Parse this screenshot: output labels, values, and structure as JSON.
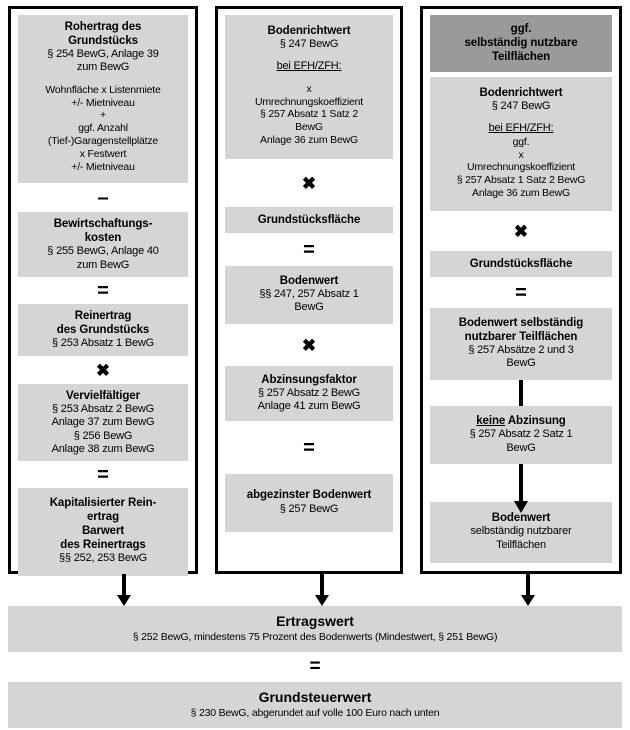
{
  "diagram": {
    "title": "Ertragswertverfahren Grundsteuerwert",
    "colors": {
      "box_fill": "#d5d5d5",
      "box_fill_dark": "#9a9a9a",
      "border": "#000000",
      "background": "#ffffff"
    }
  },
  "operators": {
    "minus": "–",
    "equals": "=",
    "times": "✖"
  },
  "column_left": {
    "rohertrag": {
      "title_line1": "Rohertrag des",
      "title_line2": "Grundstücks",
      "sub_line1": "§ 254 BewG, Anlage 39",
      "sub_line2": "zum BewG",
      "detail_line1": "Wohnfläche x Listenmiete",
      "detail_line2": "+/- Mietniveau",
      "detail_line3": "+",
      "detail_line4": "ggf. Anzahl",
      "detail_line5": "(Tief-)Garagenstellplätze",
      "detail_line6": "x Festwert",
      "detail_line7": "+/- Mietniveau"
    },
    "bewirtschaftungskosten": {
      "title_line1": "Bewirtschaftungs-",
      "title_line2": "kosten",
      "sub_line1": "§ 255 BewG, Anlage 40",
      "sub_line2": "zum BewG"
    },
    "reinertrag": {
      "title_line1": "Reinertrag",
      "title_line2": "des Grundstücks",
      "sub_line1": "§ 253 Absatz 1 BewG"
    },
    "vervielfaeltiger": {
      "title_line1": "Vervielfältiger",
      "sub_line1": "§ 253 Absatz 2 BewG",
      "sub_line2": "Anlage 37 zum BewG",
      "sub_line3": "§ 256 BewG",
      "sub_line4": "Anlage 38 zum BewG"
    },
    "kapitalisierter_reinertrag": {
      "title_line1": "Kapitalisierter Rein-",
      "title_line2": "ertrag",
      "title_line3": "Barwert",
      "title_line4": "des Reinertrags",
      "sub_line1": "§§ 252, 253 BewG"
    }
  },
  "column_mid": {
    "bodenrichtwert": {
      "title_line1": "Bodenrichtwert",
      "sub_line1": "§ 247 BewG",
      "underlined_line": "bei EFH/ZFH:",
      "detail_line1": "x",
      "detail_line2": "Umrechnungskoeffizient",
      "detail_line3": "§ 257 Absatz 1 Satz 2",
      "detail_line4": "BewG",
      "detail_line5": "Anlage 36 zum BewG"
    },
    "grundstuecksflaeche": {
      "title_line1": "Grundstücksfläche"
    },
    "bodenwert": {
      "title_line1": "Bodenwert",
      "sub_line1": "§§ 247, 257 Absatz 1",
      "sub_line2": "BewG"
    },
    "abzinsungsfaktor": {
      "title_line1": "Abzinsungsfaktor",
      "sub_line1": "§ 257 Absatz 2 BewG",
      "sub_line2": "Anlage 41 zum BewG"
    },
    "abgezinster_bodenwert": {
      "title_line1": "abgezinster Bodenwert",
      "sub_line1": "§ 257 BewG"
    }
  },
  "column_right": {
    "header": {
      "title_line1": "ggf.",
      "title_line2": "selbständig nutzbare",
      "title_line3": "Teilflächen"
    },
    "bodenrichtwert": {
      "title_line1": "Bodenrichtwert",
      "sub_line1": "§ 247 BewG",
      "underlined_line": "bei EFH/ZFH:",
      "detail_line1": "ggf.",
      "detail_line2": "x",
      "detail_line3": "Umrechnungskoeffizient",
      "detail_line4": "§ 257 Absatz 1 Satz 2 BewG",
      "detail_line5": "Anlage 36 zum BewG"
    },
    "grundstuecksflaeche": {
      "title_line1": "Grundstücksfläche"
    },
    "bodenwert_teilflaechen": {
      "title_line1": "Bodenwert selbständig",
      "title_line2": "nutzbarer Teilflächen",
      "sub_line1": "§ 257 Absätze 2 und 3",
      "sub_line2": "BewG"
    },
    "keine_abzinsung": {
      "title_underlined": "keine",
      "title_rest": " Abzinsung",
      "sub_line1": "§ 257 Absatz 2 Satz 1",
      "sub_line2": "BewG"
    },
    "bodenwert_final": {
      "title_line1": "Bodenwert",
      "sub_line1": "selbständig nutzbarer",
      "sub_line2": "Teilflächen"
    }
  },
  "summary": {
    "ertragswert": {
      "title": "Ertragswert",
      "sub": "§ 252 BewG, mindestens 75 Prozent des Bodenwerts (Mindestwert, § 251 BewG)"
    },
    "grundsteuerwert": {
      "title": "Grundsteuerwert",
      "sub": "§ 230 BewG, abgerundet auf volle 100 Euro nach unten"
    }
  }
}
